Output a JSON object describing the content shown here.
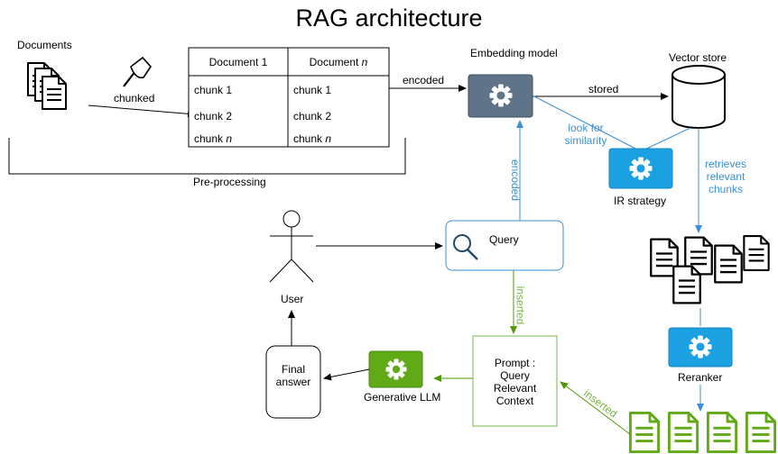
{
  "title": "RAG architecture",
  "colors": {
    "blue_line": "#3a8fd6",
    "green_line": "#4e9a06",
    "green_label": "#7ab648",
    "embedding_box": "#5f7389",
    "ir_box": "#1ba1e2",
    "llm_box": "#60a917",
    "doc_green": "#60a917"
  },
  "labels": {
    "documents": "Documents",
    "chunked": "chunked",
    "encoded_top": "encoded",
    "embedding_model": "Embedding model",
    "stored": "stored",
    "vector_store": "Vector store",
    "look_for_similarity": [
      "look for",
      "similarity"
    ],
    "retrieves_relevant_chunks": [
      "retrieves",
      "relevant",
      "chunks"
    ],
    "ir_strategy": "IR strategy",
    "pre_processing": "Pre-processing",
    "encoded_vertical": "encoded",
    "query": "Query",
    "user": "User",
    "inserted_vertical": "inserted",
    "inserted_diagonal": "inserted",
    "prompt": [
      "Prompt :",
      "Query",
      "Relevant",
      "Context"
    ],
    "generative_llm": "Generative LLM",
    "final_answer": [
      "Final",
      "answer"
    ],
    "reranker": "Reranker"
  },
  "doc_table": {
    "headers": [
      "Document 1",
      "Document n"
    ],
    "rows": [
      [
        "chunk 1",
        "chunk 1"
      ],
      [
        "chunk 2",
        "chunk 2"
      ],
      [
        "chunk n",
        "chunk n"
      ]
    ]
  },
  "icons": [
    "documents-icon",
    "axe-icon",
    "gear-icon",
    "database-icon",
    "search-icon",
    "stick-figure-icon",
    "document-icon",
    "green-document-icon"
  ]
}
